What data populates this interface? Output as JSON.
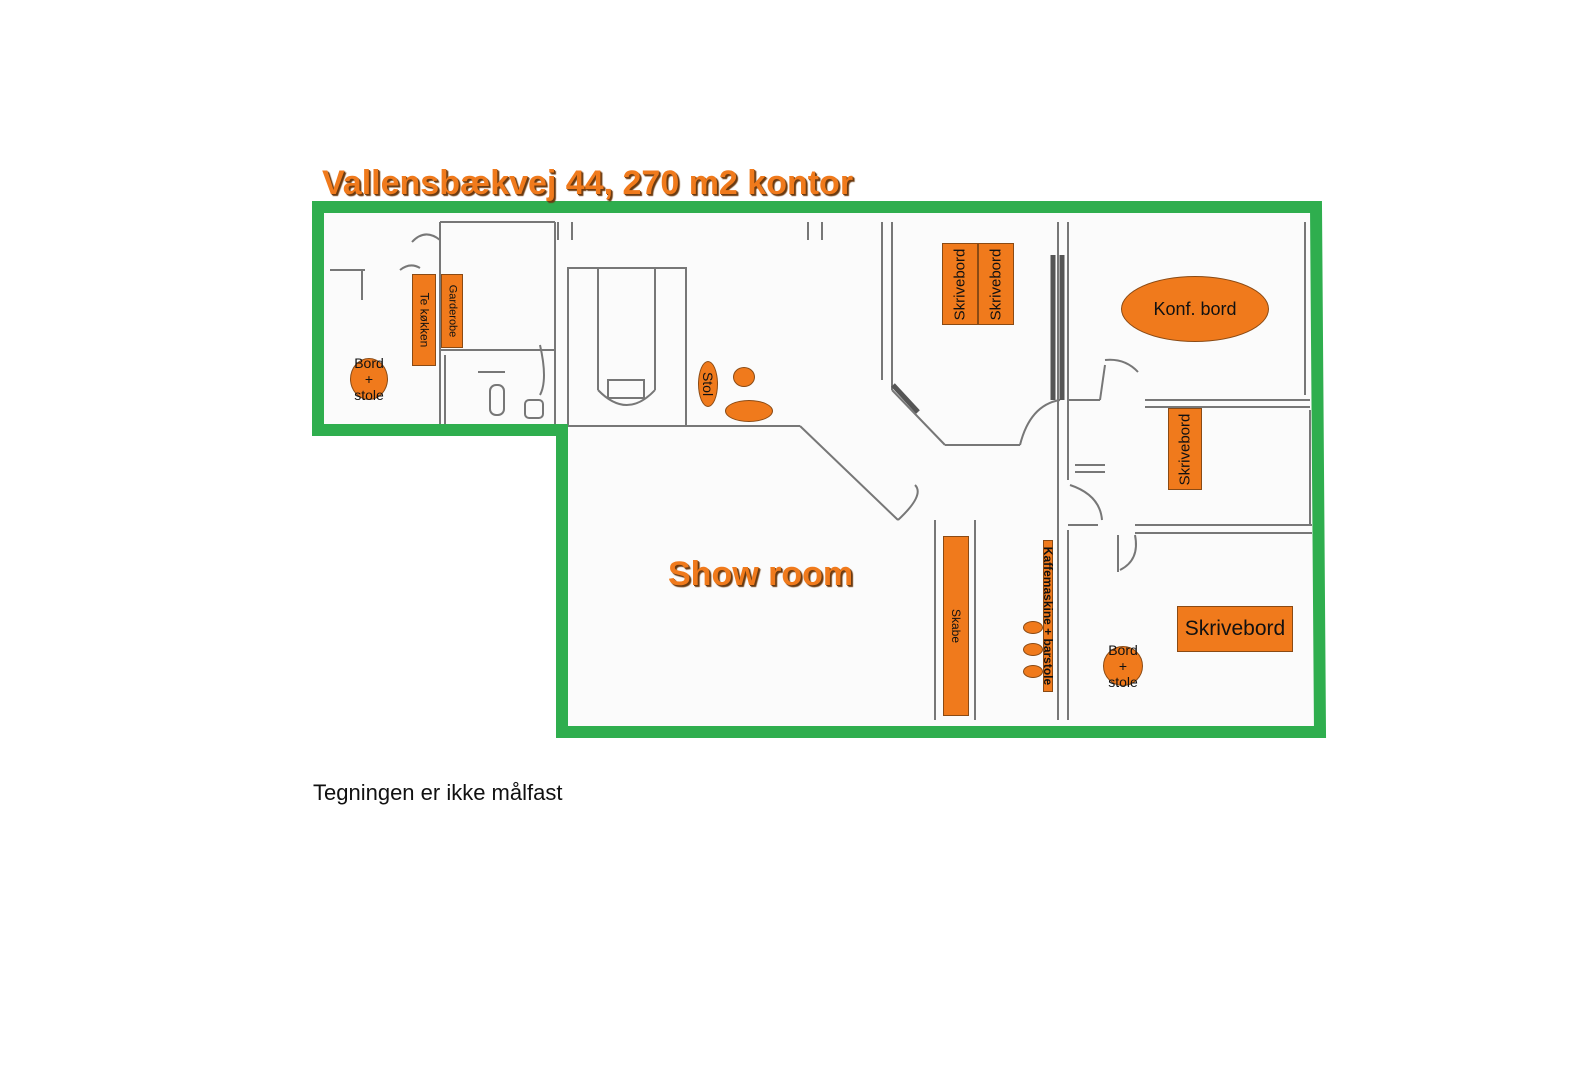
{
  "title": "Vallensbækvej 44, 270 m2 kontor",
  "note": "Tegningen er ikke målfast",
  "rooms": {
    "showroom": "Show room"
  },
  "furniture": {
    "te_kokken": "Te køkken",
    "garderobe": "Garderobe",
    "bord_stole_1": "Bord + stole",
    "stol": "Stol",
    "skrivebord_1": "Skrivebord",
    "skrivebord_2": "Skrivebord",
    "konf_bord": "Konf. bord",
    "skrivebord_3": "Skrivebord",
    "skabe": "Skabe",
    "kaffemaskine": "Kaffemaskine + barstole",
    "bord_stole_2": "Bord + stole",
    "skrivebord_4": "Skrivebord"
  },
  "colors": {
    "outline": "#2fae4e",
    "furniture": "#f07a1c",
    "wall": "#6e6e6e"
  }
}
